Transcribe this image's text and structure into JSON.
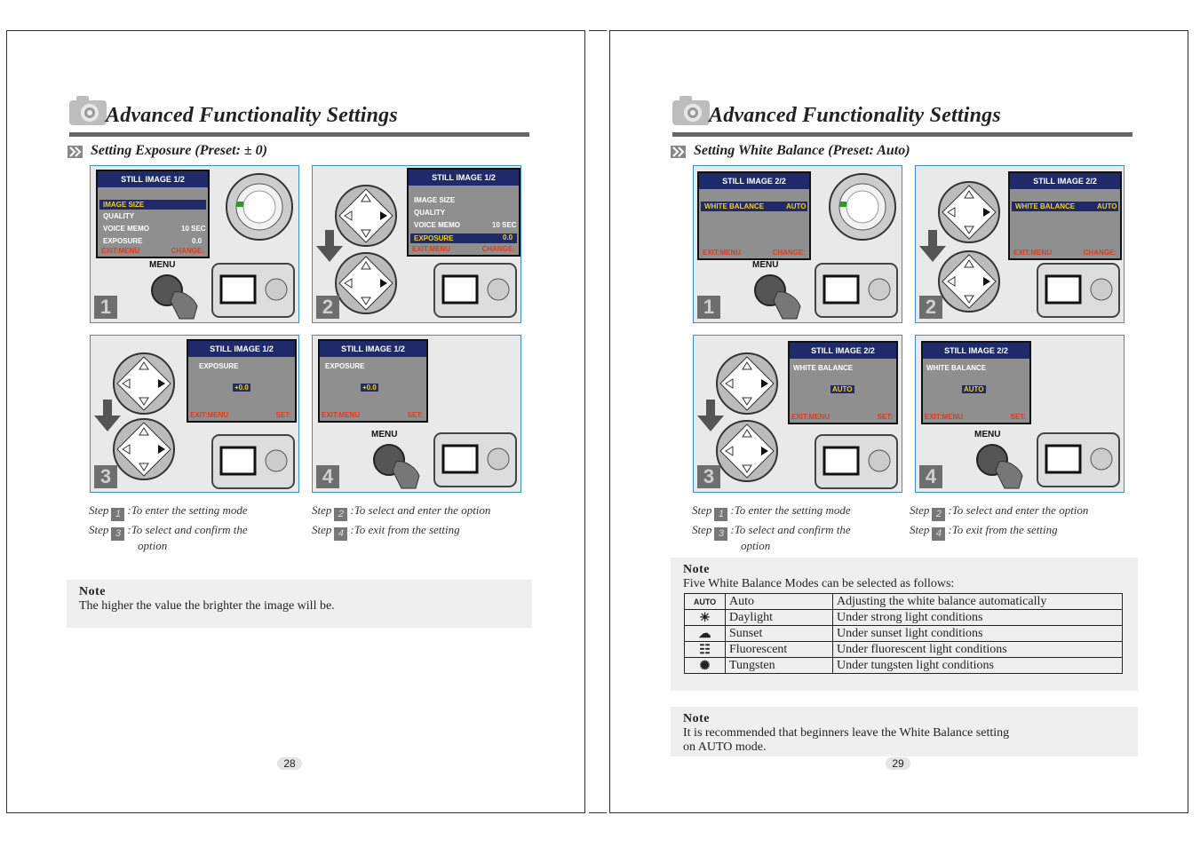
{
  "left_page": {
    "title": "Advanced Functionality Settings",
    "section_title": "Setting Exposure (Preset: ± 0)",
    "panels": [
      {
        "step": "1",
        "lcd_header": "STILL IMAGE 1/2",
        "rows": [
          {
            "label": "IMAGE SIZE",
            "value": "",
            "highlight": true
          },
          {
            "label": "QUALITY",
            "value": "",
            "highlight": false
          },
          {
            "label": "VOICE MEMO",
            "value": "10 SEC",
            "highlight": false
          },
          {
            "label": "EXPOSURE",
            "value": "0.0",
            "highlight": false
          }
        ],
        "foot_left": "EXIT:MENU",
        "foot_right": "CHANGE:",
        "button_label": "MENU"
      },
      {
        "step": "2",
        "lcd_header": "STILL IMAGE 1/2",
        "rows": [
          {
            "label": "IMAGE SIZE",
            "value": "",
            "highlight": false
          },
          {
            "label": "QUALITY",
            "value": "",
            "highlight": false
          },
          {
            "label": "VOICE MEMO",
            "value": "10 SEC",
            "highlight": false
          },
          {
            "label": "EXPOSURE",
            "value": "0.0",
            "highlight": true
          }
        ],
        "foot_left": "EXIT:MENU",
        "foot_right": "CHANGE:"
      },
      {
        "step": "3",
        "lcd_header": "STILL IMAGE 1/2",
        "item": "EXPOSURE",
        "value": "+0.0",
        "foot_left": "EXIT:MENU",
        "foot_right": "SET:"
      },
      {
        "step": "4",
        "lcd_header": "STILL IMAGE 1/2",
        "item": "EXPOSURE",
        "value": "+0.0",
        "foot_left": "EXIT:MENU",
        "foot_right": "SET:",
        "button_label": "MENU"
      }
    ],
    "steps": [
      {
        "word": "Step",
        "num": "1",
        "text": ":To enter the setting mode",
        "text2": ""
      },
      {
        "word": "Step",
        "num": "2",
        "text": ":To select and enter the option",
        "text2": ""
      },
      {
        "word": "Step",
        "num": "3",
        "text": ":To select and confirm the",
        "text2": "option"
      },
      {
        "word": "Step",
        "num": "4",
        "text": ":To exit from the setting",
        "text2": ""
      }
    ],
    "note": {
      "title": "Note",
      "text": "The higher the value the brighter the image will be."
    },
    "page_number": "28"
  },
  "right_page": {
    "title": "Advanced Functionality Settings",
    "section_title": "Setting White Balance (Preset: Auto)",
    "panels": [
      {
        "step": "1",
        "lcd_header": "STILL IMAGE 2/2",
        "row_label": "WHITE BALANCE",
        "row_value": "AUTO",
        "foot_left": "EXIT:MENU",
        "foot_right": "CHANGE:",
        "button_label": "MENU"
      },
      {
        "step": "2",
        "lcd_header": "STILL IMAGE 2/2",
        "row_label": "WHITE BALANCE",
        "row_value": "AUTO",
        "foot_left": "EXIT:MENU",
        "foot_right": "CHANGE:"
      },
      {
        "step": "3",
        "lcd_header": "STILL IMAGE 2/2",
        "item": "WHITE BALANCE",
        "value": "AUTO",
        "foot_left": "EXIT:MENU",
        "foot_right": "SET:"
      },
      {
        "step": "4",
        "lcd_header": "STILL IMAGE 2/2",
        "item": "WHITE BALANCE",
        "value": "AUTO",
        "foot_left": "EXIT:MENU",
        "foot_right": "SET:",
        "button_label": "MENU"
      }
    ],
    "steps": [
      {
        "word": "Step",
        "num": "1",
        "text": ":To enter the setting mode",
        "text2": ""
      },
      {
        "word": "Step",
        "num": "2",
        "text": ":To select and enter the option",
        "text2": ""
      },
      {
        "word": "Step",
        "num": "3",
        "text": ":To select and confirm the",
        "text2": "option"
      },
      {
        "word": "Step",
        "num": "4",
        "text": ":To exit from the setting",
        "text2": ""
      }
    ],
    "wb_note": {
      "title": "Note",
      "intro": "Five White Balance Modes can be selected as follows:",
      "modes": [
        {
          "icon": "AUTO",
          "icon_name": "auto-icon",
          "mode": "Auto",
          "desc": "Adjusting the white balance automatically"
        },
        {
          "icon": "☀",
          "icon_name": "sun-icon",
          "mode": "Daylight",
          "desc": "Under strong light conditions"
        },
        {
          "icon": "☁",
          "icon_name": "sunset-icon",
          "mode": "Sunset",
          "desc": "Under sunset light conditions"
        },
        {
          "icon": "☷",
          "icon_name": "fluorescent-icon",
          "mode": "Fluorescent",
          "desc": "Under fluorescent light conditions"
        },
        {
          "icon": "✺",
          "icon_name": "tungsten-icon",
          "mode": "Tungsten",
          "desc": "Under tungsten light conditions"
        }
      ]
    },
    "note": {
      "title": "Note",
      "text": "It is recommended that beginners leave the White Balance setting",
      "text2": "on AUTO mode."
    },
    "page_number": "29"
  },
  "colors": {
    "panel_border": "#3a8fd0",
    "lcd_header": "#1e2a6a",
    "highlight_text": "#ffd100",
    "footer_text": "#e23b1b",
    "note_bg": "#efefef"
  }
}
